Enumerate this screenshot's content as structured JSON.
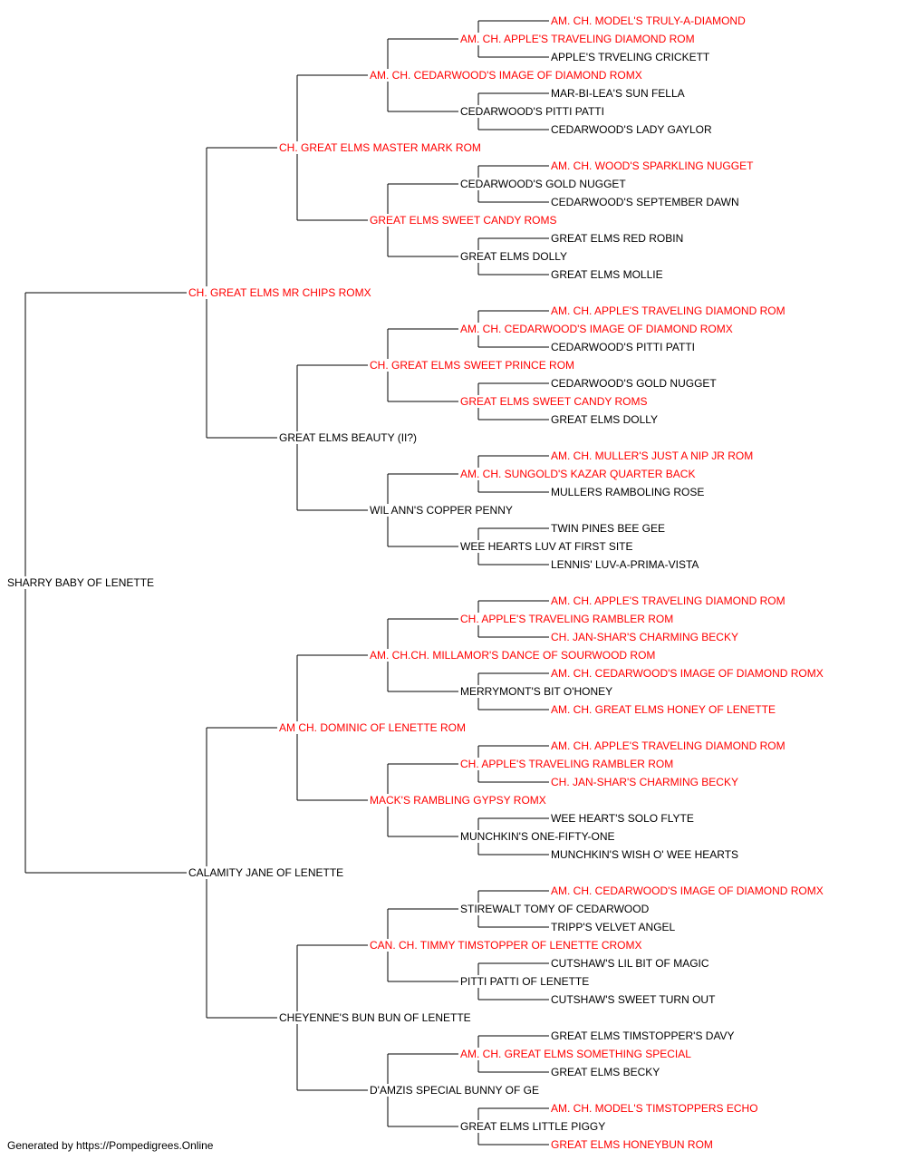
{
  "colors": {
    "champion": "#ff0000",
    "normal": "#000000",
    "line": "#000000"
  },
  "pedigree": {
    "name": "SHARRY BABY OF LENETTE",
    "champion": false,
    "sire": {
      "name": "CH. GREAT ELMS MR CHIPS ROMX",
      "champion": true,
      "sire": {
        "name": "CH. GREAT ELMS MASTER MARK ROM",
        "champion": true,
        "sire": {
          "name": "AM. CH. CEDARWOOD'S IMAGE OF DIAMOND ROMX",
          "champion": true,
          "sire": {
            "name": "AM. CH. APPLE'S TRAVELING DIAMOND ROM",
            "champion": true,
            "sire": {
              "name": "AM. CH. MODEL'S TRULY-A-DIAMOND",
              "champion": true
            },
            "dam": {
              "name": "APPLE'S TRVELING CRICKETT",
              "champion": false
            }
          },
          "dam": {
            "name": "CEDARWOOD'S PITTI PATTI",
            "champion": false,
            "sire": {
              "name": "MAR-BI-LEA'S SUN FELLA",
              "champion": false
            },
            "dam": {
              "name": "CEDARWOOD'S LADY GAYLOR",
              "champion": false
            }
          }
        },
        "dam": {
          "name": "GREAT ELMS SWEET CANDY ROMS",
          "champion": true,
          "sire": {
            "name": "CEDARWOOD'S GOLD NUGGET",
            "champion": false,
            "sire": {
              "name": "AM. CH. WOOD'S SPARKLING NUGGET",
              "champion": true
            },
            "dam": {
              "name": "CEDARWOOD'S SEPTEMBER DAWN",
              "champion": false
            }
          },
          "dam": {
            "name": "GREAT ELMS DOLLY",
            "champion": false,
            "sire": {
              "name": "GREAT ELMS RED ROBIN",
              "champion": false
            },
            "dam": {
              "name": "GREAT ELMS MOLLIE",
              "champion": false
            }
          }
        }
      },
      "dam": {
        "name": "GREAT ELMS BEAUTY (II?)",
        "champion": false,
        "sire": {
          "name": "CH. GREAT ELMS SWEET PRINCE ROM",
          "champion": true,
          "sire": {
            "name": "AM. CH. CEDARWOOD'S IMAGE OF DIAMOND ROMX",
            "champion": true,
            "sire": {
              "name": "AM. CH. APPLE'S TRAVELING DIAMOND ROM",
              "champion": true
            },
            "dam": {
              "name": "CEDARWOOD'S PITTI PATTI",
              "champion": false
            }
          },
          "dam": {
            "name": "GREAT ELMS SWEET CANDY ROMS",
            "champion": true,
            "sire": {
              "name": "CEDARWOOD'S GOLD NUGGET",
              "champion": false
            },
            "dam": {
              "name": "GREAT ELMS DOLLY",
              "champion": false
            }
          }
        },
        "dam": {
          "name": "WIL ANN'S COPPER PENNY",
          "champion": false,
          "sire": {
            "name": "AM. CH. SUNGOLD'S KAZAR QUARTER BACK",
            "champion": true,
            "sire": {
              "name": "AM. CH. MULLER'S JUST A NIP JR ROM",
              "champion": true
            },
            "dam": {
              "name": "MULLERS RAMBOLING ROSE",
              "champion": false
            }
          },
          "dam": {
            "name": "WEE HEARTS LUV AT FIRST SITE",
            "champion": false,
            "sire": {
              "name": "TWIN PINES BEE GEE",
              "champion": false
            },
            "dam": {
              "name": "LENNIS' LUV-A-PRIMA-VISTA",
              "champion": false
            }
          }
        }
      }
    },
    "dam": {
      "name": "CALAMITY JANE OF LENETTE",
      "champion": false,
      "sire": {
        "name": "AM CH. DOMINIC OF LENETTE ROM",
        "champion": true,
        "sire": {
          "name": "AM. CH.CH. MILLAMOR'S DANCE OF SOURWOOD ROM",
          "champion": true,
          "sire": {
            "name": "CH. APPLE'S TRAVELING RAMBLER ROM",
            "champion": true,
            "sire": {
              "name": "AM. CH. APPLE'S TRAVELING DIAMOND ROM",
              "champion": true
            },
            "dam": {
              "name": "CH. JAN-SHAR'S CHARMING BECKY",
              "champion": true
            }
          },
          "dam": {
            "name": "MERRYMONT'S BIT O'HONEY",
            "champion": false,
            "sire": {
              "name": "AM. CH. CEDARWOOD'S IMAGE OF DIAMOND ROMX",
              "champion": true
            },
            "dam": {
              "name": "AM. CH. GREAT ELMS HONEY OF LENETTE",
              "champion": true
            }
          }
        },
        "dam": {
          "name": "MACK'S RAMBLING GYPSY ROMX",
          "champion": true,
          "sire": {
            "name": "CH. APPLE'S TRAVELING RAMBLER ROM",
            "champion": true,
            "sire": {
              "name": "AM. CH. APPLE'S TRAVELING DIAMOND ROM",
              "champion": true
            },
            "dam": {
              "name": "CH. JAN-SHAR'S CHARMING BECKY",
              "champion": true
            }
          },
          "dam": {
            "name": "MUNCHKIN'S ONE-FIFTY-ONE",
            "champion": false,
            "sire": {
              "name": "WEE HEART'S SOLO FLYTE",
              "champion": false
            },
            "dam": {
              "name": "MUNCHKIN'S WISH O' WEE HEARTS",
              "champion": false
            }
          }
        }
      },
      "dam": {
        "name": "CHEYENNE'S BUN BUN OF LENETTE",
        "champion": false,
        "sire": {
          "name": "CAN. CH. TIMMY TIMSTOPPER OF LENETTE CROMX",
          "champion": true,
          "sire": {
            "name": "STIREWALT TOMY OF CEDARWOOD",
            "champion": false,
            "sire": {
              "name": "AM. CH. CEDARWOOD'S IMAGE OF DIAMOND ROMX",
              "champion": true
            },
            "dam": {
              "name": "TRIPP'S VELVET ANGEL",
              "champion": false
            }
          },
          "dam": {
            "name": "PITTI PATTI OF LENETTE",
            "champion": false,
            "sire": {
              "name": "CUTSHAW'S LIL BIT OF MAGIC",
              "champion": false
            },
            "dam": {
              "name": "CUTSHAW'S SWEET TURN OUT",
              "champion": false
            }
          }
        },
        "dam": {
          "name": "D'AMZIS SPECIAL BUNNY OF GE",
          "champion": false,
          "sire": {
            "name": "AM. CH. GREAT ELMS SOMETHING SPECIAL",
            "champion": true,
            "sire": {
              "name": "GREAT ELMS TIMSTOPPER'S DAVY",
              "champion": false
            },
            "dam": {
              "name": "GREAT ELMS BECKY",
              "champion": false
            }
          },
          "dam": {
            "name": "GREAT ELMS LITTLE PIGGY",
            "champion": false,
            "sire": {
              "name": "AM. CH. MODEL'S TIMSTOPPERS ECHO",
              "champion": true
            },
            "dam": {
              "name": "GREAT ELMS HONEYBUN ROM",
              "champion": true
            }
          }
        }
      }
    }
  },
  "footer": "Generated by https://Pompedigrees.Online"
}
